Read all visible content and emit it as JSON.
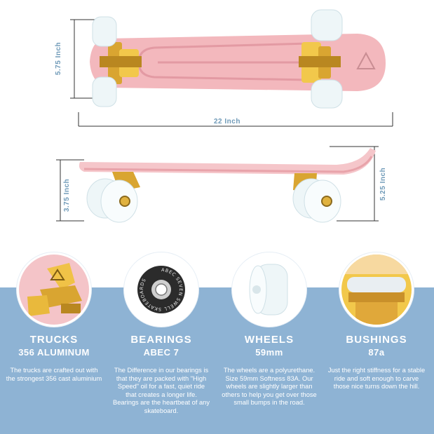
{
  "dimensions": {
    "top_height": "5.75 Inch",
    "length": "22 Inch",
    "side_height": "3.75 Inch",
    "nose_height": "5.25 Inch"
  },
  "colors": {
    "deck": "#f3b8bd",
    "deck_shade": "#e8a3aa",
    "truck_gold": "#d9a531",
    "wheel": "#eef6f8",
    "band": "#8eb3d4",
    "dim_text": "#6f9ab8"
  },
  "features": [
    {
      "title": "TRUCKS",
      "subtitle": "356 ALUMINUM",
      "description": "The trucks are crafted out with the strongest 356 cast aluminium"
    },
    {
      "title": "BEARINGS",
      "subtitle": "ABEC 7",
      "description": "The Difference in our bearings is that they are packed with \"High Speed\" oil for a fast, quiet ride that creates a longer life. Bearings are the heartbeat of any skateboard.",
      "bearing_text": "ABEC SEVEN SWELL SKATEBOARDS"
    },
    {
      "title": "WHEELS",
      "subtitle": "59mm",
      "description": "The wheels are a polyurethane. Size 59mm Softness 83A. Our wheels are slightly larger than others to help you get over those small bumps in the road."
    },
    {
      "title": "BUSHINGS",
      "subtitle": "87a",
      "description": "Just the right stiffness for a stable ride and soft enough to carve those nice turns down the hill."
    }
  ]
}
